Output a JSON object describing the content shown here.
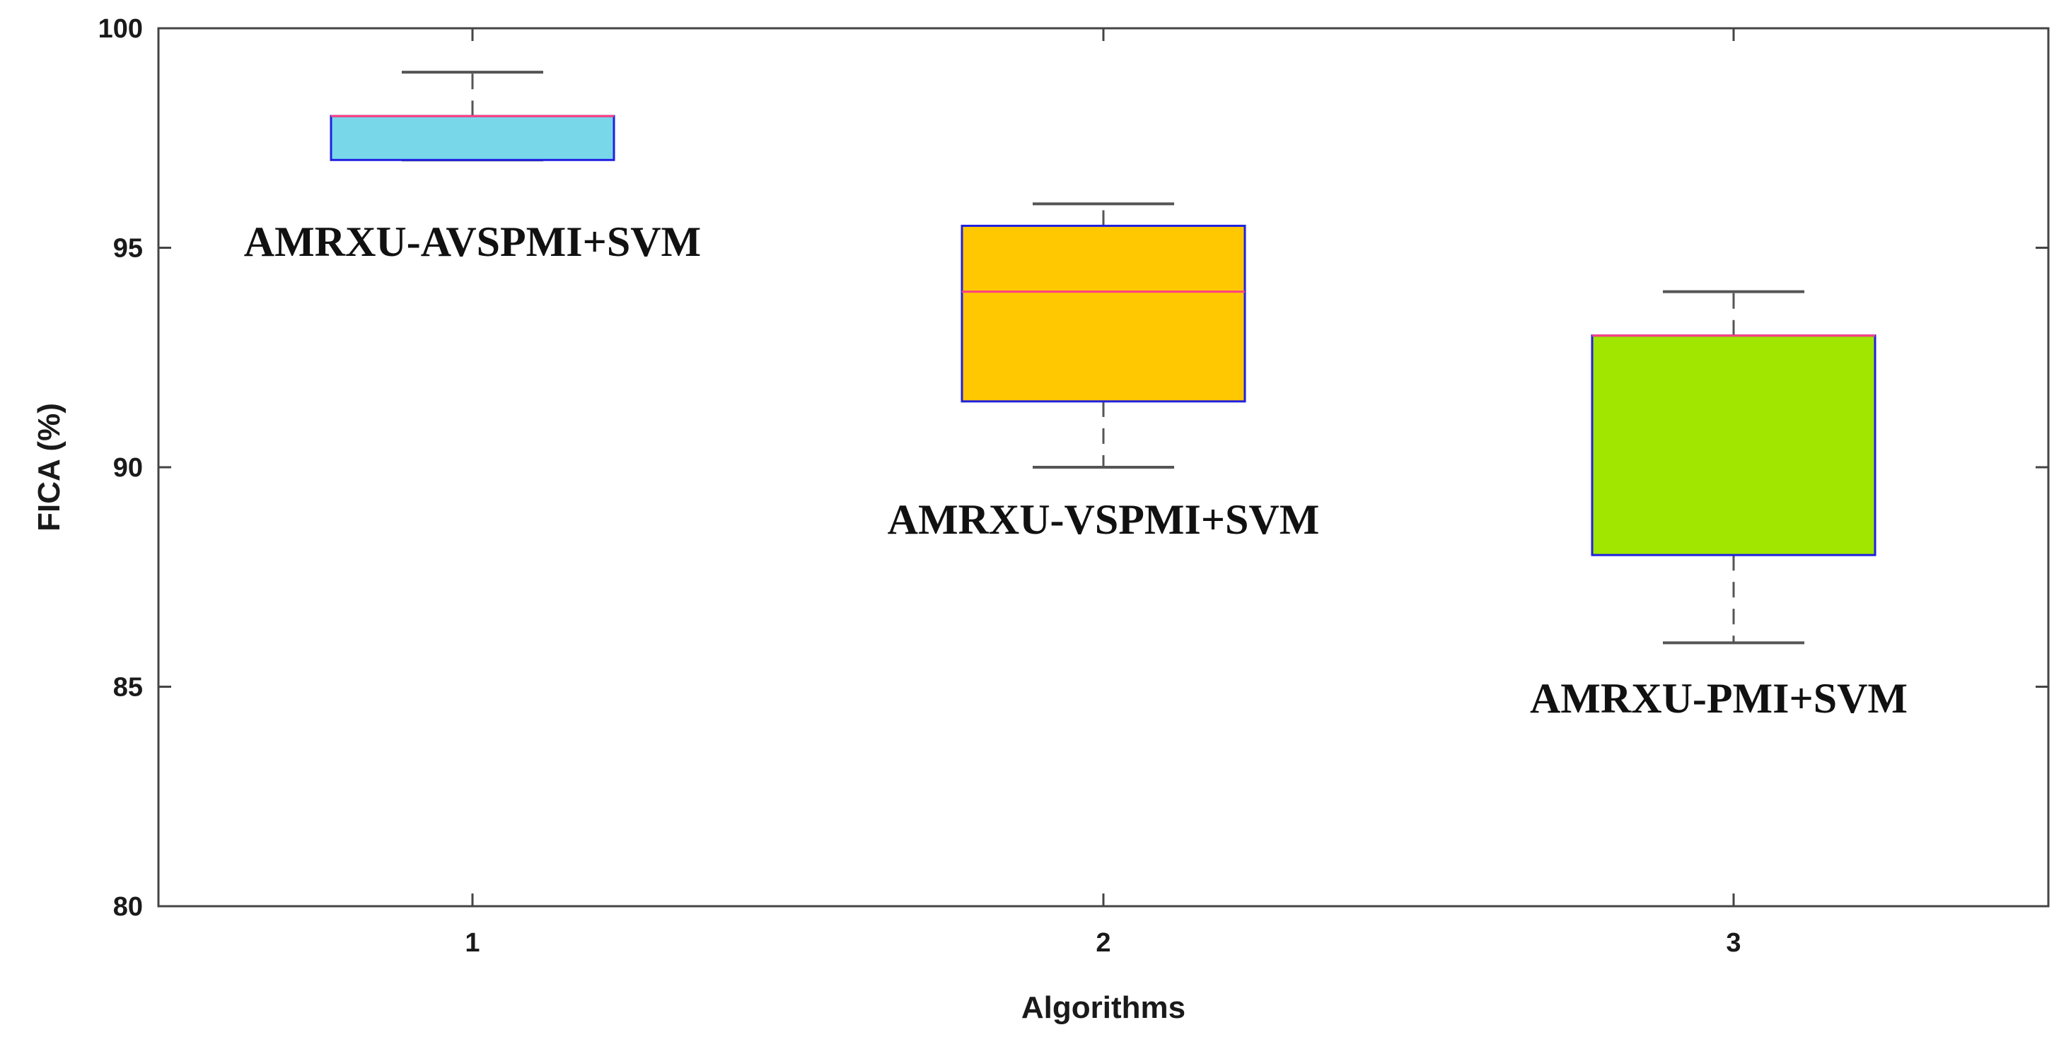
{
  "chart_data": {
    "type": "box",
    "title": "",
    "xlabel": "Algorithms",
    "ylabel": "FICA (%)",
    "ylim": [
      80,
      100
    ],
    "yticks": [
      80,
      85,
      90,
      95,
      100
    ],
    "xticks": [
      "1",
      "2",
      "3"
    ],
    "grid": false,
    "series": [
      {
        "name": "AMRXU-AVSPMI+SVM",
        "x": 1,
        "min": 97,
        "q1": 97,
        "median": 98,
        "q3": 98,
        "max": 99,
        "color": "#78D8EA"
      },
      {
        "name": "AMRXU-VSPMI+SVM",
        "x": 2,
        "min": 90,
        "q1": 91.5,
        "median": 94,
        "q3": 95.5,
        "max": 96,
        "color": "#FFC800"
      },
      {
        "name": "AMRXU-PMI+SVM",
        "x": 3,
        "min": 86,
        "q1": 88,
        "median": 93,
        "q3": 93,
        "max": 94,
        "color": "#A0E600"
      }
    ],
    "box_edge_color": "#2020E0",
    "median_color": "#FF4080",
    "whisker_color": "#555555"
  }
}
